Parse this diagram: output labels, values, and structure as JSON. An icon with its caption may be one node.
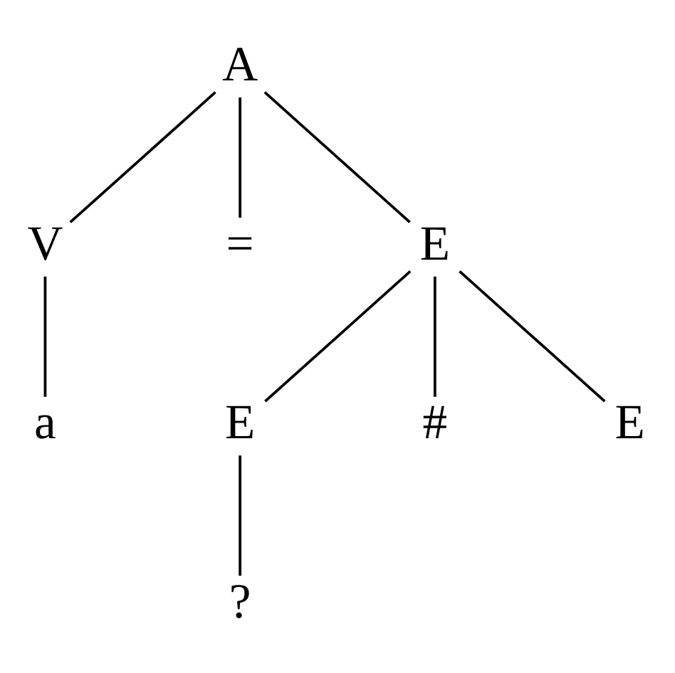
{
  "diagram": {
    "nodes": [
      {
        "text": [
          "A"
        ]
      },
      {
        "text": [
          "V"
        ]
      },
      {
        "text": [
          "="
        ]
      },
      {
        "text": [
          "E"
        ]
      },
      {
        "text": [
          "a"
        ]
      },
      {
        "text": [
          "E"
        ]
      },
      {
        "text": [
          "#"
        ]
      },
      {
        "text": [
          "E"
        ]
      },
      {
        "text": [
          "?"
        ]
      }
    ],
    "edges": [
      {
        "from": 0,
        "to": 1,
        "arrow": "none"
      },
      {
        "from": 0,
        "to": 2,
        "arrow": "none"
      },
      {
        "from": 0,
        "to": 3,
        "arrow": "none"
      },
      {
        "from": 1,
        "to": 4,
        "arrow": "none"
      },
      {
        "from": 3,
        "to": 5,
        "arrow": "none"
      },
      {
        "from": 3,
        "to": 6,
        "arrow": "none"
      },
      {
        "from": 3,
        "to": 7,
        "arrow": "none"
      },
      {
        "from": 5,
        "to": 8,
        "arrow": "none"
      }
    ]
  }
}
